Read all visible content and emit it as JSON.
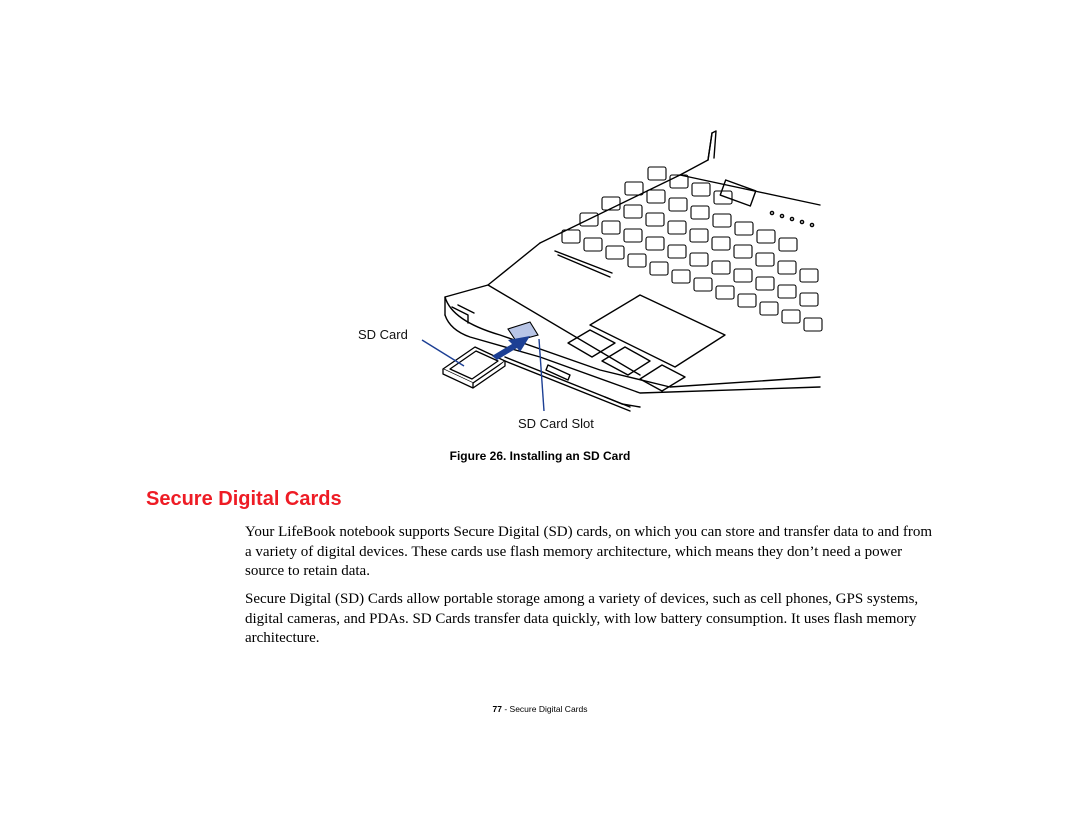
{
  "figure": {
    "label_card": "SD Card",
    "label_slot": "SD Card Slot",
    "caption": "Figure 26. Installing an SD Card",
    "colors": {
      "callout_line": "#1c3f94",
      "arrow": "#1c3f94",
      "outline": "#000000"
    }
  },
  "section": {
    "title": "Secure Digital Cards",
    "title_color": "#ee1c25",
    "paragraphs": [
      "Your LifeBook notebook supports Secure Digital (SD) cards, on which you can store and transfer data to and from a variety of digital devices. These cards use flash memory architecture, which means they don’t need a power source to retain data.",
      "Secure Digital (SD) Cards allow portable storage among a variety of devices, such as cell phones, GPS systems, digital cameras, and PDAs. SD Cards transfer data quickly, with low battery consumption. It uses flash memory architecture."
    ]
  },
  "footer": {
    "page_number": "77",
    "separator": " - ",
    "section_name": "Secure Digital Cards"
  }
}
